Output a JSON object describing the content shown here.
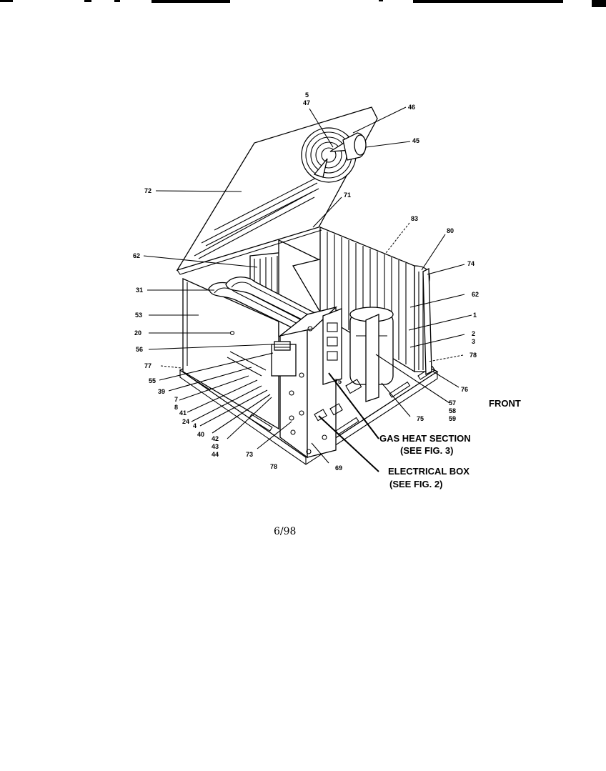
{
  "diagram": {
    "date_code": "6/98",
    "front_label": "FRONT",
    "callouts": {
      "gas_heat_section": "GAS HEAT SECTION",
      "gas_heat_ref": "(SEE FIG. 3)",
      "electrical_box": "ELECTRICAL BOX",
      "electrical_box_ref": "(SEE FIG. 2)"
    },
    "part_numbers": {
      "p5": "5",
      "p47": "47",
      "p46": "46",
      "p45": "45",
      "p72": "72",
      "p71": "71",
      "p83": "83",
      "p80": "80",
      "p62a": "62",
      "p74": "74",
      "p62b": "62",
      "p31": "31",
      "p1": "1",
      "p53": "53",
      "p2": "2",
      "p3": "3",
      "p20": "20",
      "p78a": "78",
      "p56": "56",
      "p77": "77",
      "p76": "76",
      "p55": "55",
      "p39": "39",
      "p57": "57",
      "p58": "58",
      "p59": "59",
      "p7": "7",
      "p8": "8",
      "p41": "41",
      "p75a": "75",
      "p24": "24",
      "p4": "4",
      "p75b": "75",
      "p40": "40",
      "p42": "42",
      "p43": "43",
      "p44": "44",
      "p73": "73",
      "p78b": "78",
      "p69": "69"
    }
  }
}
